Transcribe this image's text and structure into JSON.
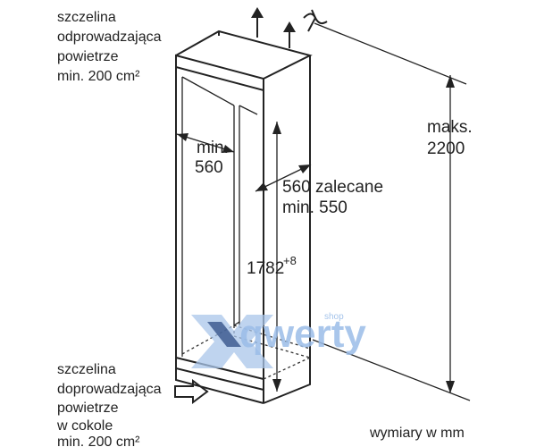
{
  "labels": {
    "top_vent": [
      "szczelina",
      "odprowadzająca",
      "powietrze",
      "min. 200 cm²"
    ],
    "bottom_vent": [
      "szczelina",
      "doprowadzająca",
      "powietrze",
      "w cokole",
      "min. 200 cm²"
    ],
    "inner_width": [
      "min.",
      "560"
    ],
    "depth": [
      "560 zalecane",
      "min. 550"
    ],
    "height_main": "1782",
    "height_tol": "+8",
    "max_height": [
      "maks.",
      "2200"
    ],
    "units": "wymiary w mm"
  },
  "watermark": {
    "text": "qwerty",
    "badge": "shop",
    "colors": {
      "text": "#9bbde8",
      "x_light": "#a9c5ea",
      "x_dark": "#2e4c84"
    }
  },
  "colors": {
    "line": "#222222"
  }
}
